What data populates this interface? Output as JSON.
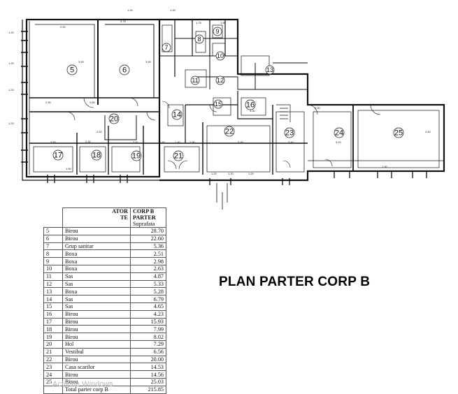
{
  "plan": {
    "room_numbers": [
      "5",
      "6",
      "7",
      "8",
      "9",
      "10",
      "11",
      "12",
      "13",
      "14",
      "15",
      "16",
      "17",
      "18",
      "19",
      "20",
      "21",
      "22",
      "23",
      "24",
      "25"
    ],
    "dimension_labels": [
      "2.50",
      "3.90",
      "1.20",
      "3.90",
      "1.20",
      "3.75",
      "1.20",
      "1.20",
      "1.20",
      "1.20",
      "1.75",
      "1.80",
      "2.80",
      "3.80",
      "1.50",
      "3.50",
      "2.32",
      "2.52",
      "2.61",
      "1.30",
      "3.30",
      "0.45",
      "2.90",
      "1.20",
      "1.20",
      "1.20",
      "5.30",
      "3.40",
      "3.20",
      "0.90",
      "1.50",
      "4.50"
    ]
  },
  "title": "PLAN PARTER CORP B",
  "table": {
    "header": {
      "col2_line1": "ATOR",
      "col2_line2": "TE",
      "col3_line1": "CORP B",
      "col3_line2": "PARTER",
      "col3_line3": "Suprafata"
    },
    "rows": [
      {
        "nr": "5",
        "name": "Birou",
        "area": "28.70"
      },
      {
        "nr": "6",
        "name": "Birou",
        "area": "22.60"
      },
      {
        "nr": "7",
        "name": "Grup sanitar",
        "area": "5.36"
      },
      {
        "nr": "8",
        "name": "Boxa",
        "area": "2.51"
      },
      {
        "nr": "9",
        "name": "Boxa",
        "area": "2.98"
      },
      {
        "nr": "10",
        "name": "Boxa",
        "area": "2.63"
      },
      {
        "nr": "11",
        "name": "Sas",
        "area": "4.87"
      },
      {
        "nr": "12",
        "name": "Sas",
        "area": "5.33"
      },
      {
        "nr": "13",
        "name": "Boxa",
        "area": "5.28"
      },
      {
        "nr": "14",
        "name": "Sas",
        "area": "6.79"
      },
      {
        "nr": "15",
        "name": "Sas",
        "area": "4.65"
      },
      {
        "nr": "16",
        "name": "Birou",
        "area": "4.23"
      },
      {
        "nr": "17",
        "name": "Birou",
        "area": "15.93"
      },
      {
        "nr": "18",
        "name": "Birou",
        "area": "7.99"
      },
      {
        "nr": "19",
        "name": "Birou",
        "area": "8.02"
      },
      {
        "nr": "20",
        "name": "Hol",
        "area": "7.29"
      },
      {
        "nr": "21",
        "name": "Vestibul",
        "area": "6.56"
      },
      {
        "nr": "22",
        "name": "Birou",
        "area": "20.00"
      },
      {
        "nr": "23",
        "name": "Casa scarilor",
        "area": "14.53"
      },
      {
        "nr": "24",
        "name": "Birou",
        "area": "14.56"
      },
      {
        "nr": "25",
        "name": "Birou",
        "area": "25.03"
      }
    ],
    "total_label": "Total parter corp B",
    "total_value": "215.85"
  },
  "watermark": "Activate Windows"
}
